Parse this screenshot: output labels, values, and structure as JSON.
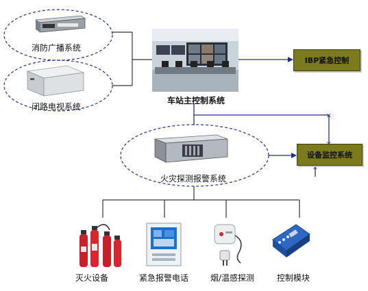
{
  "nodes": {
    "broadcast": "消防广播系统",
    "cctv": "闭路电视系统",
    "station_control": "车站主控制系统",
    "ibp": "IBP紧急控制",
    "fire_alarm": "火灾探测报警系统",
    "equipment_monitor": "设备监控系统"
  },
  "devices": [
    {
      "label": "灭火设备",
      "icon": "fire-extinguisher-icon"
    },
    {
      "label": "紧急报警电话",
      "icon": "alarm-phone-icon"
    },
    {
      "label": "烟/温感探测",
      "icon": "smoke-detector-icon"
    },
    {
      "label": "控制模块",
      "icon": "control-module-icon"
    }
  ],
  "colors": {
    "wire": "#1f2f88",
    "box_fill": "#7b7a1c",
    "ellipse_stroke": "#1f2f88",
    "device_line": "#333333"
  }
}
